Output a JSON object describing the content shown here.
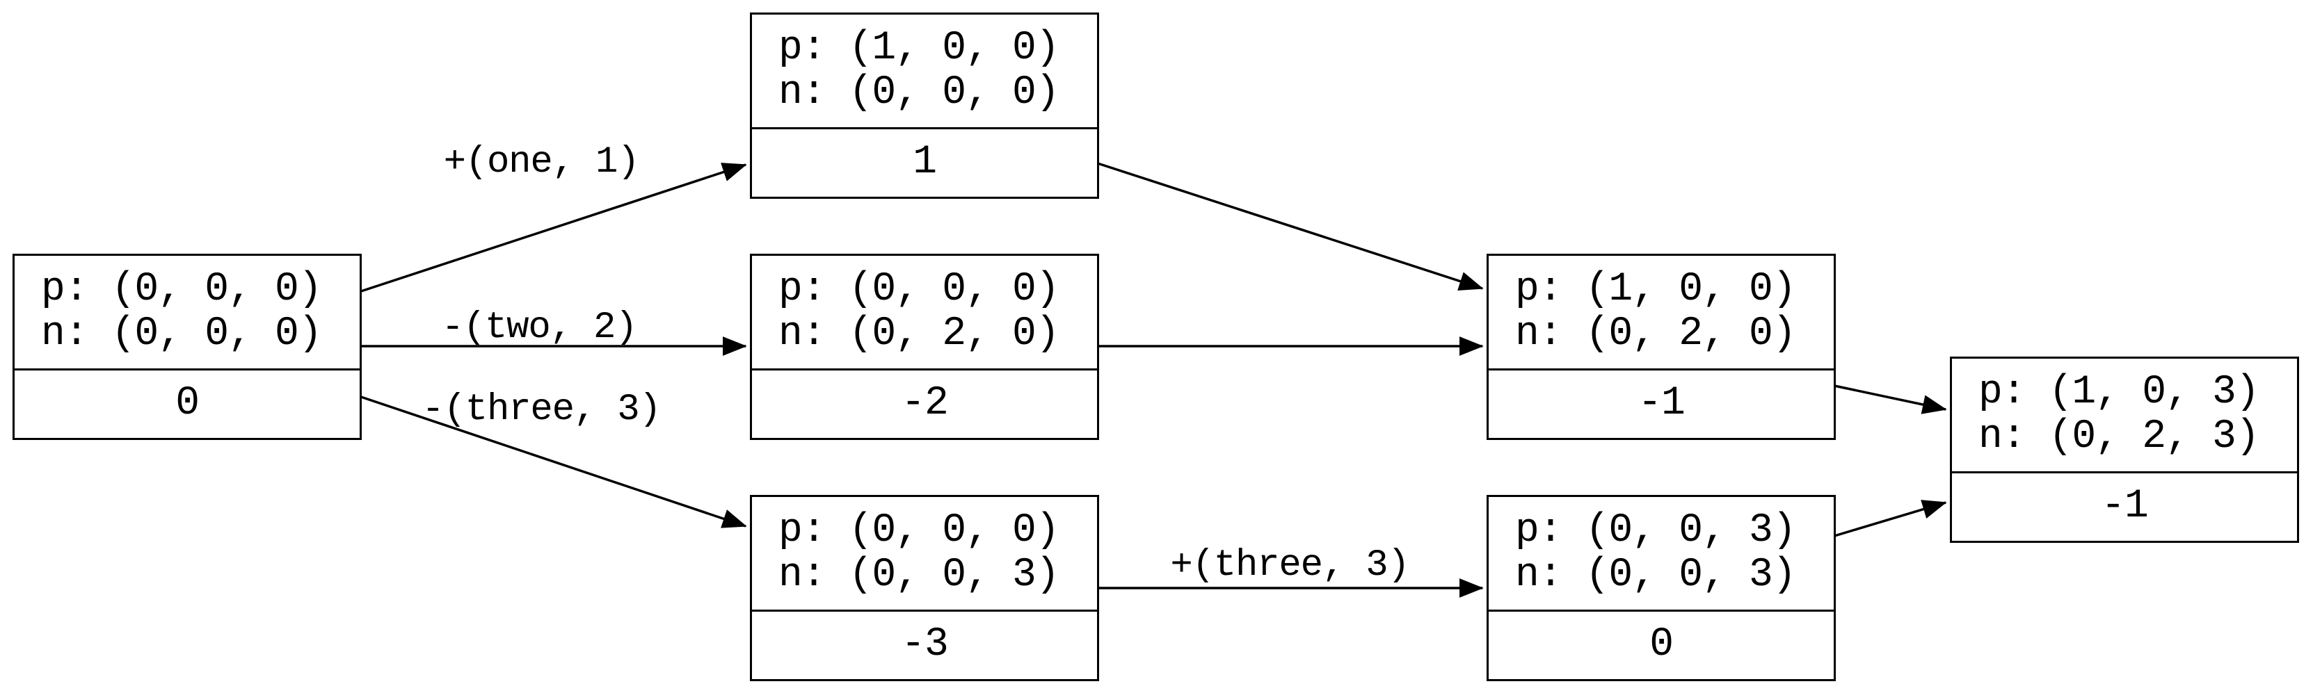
{
  "diagram": {
    "type": "state-graph",
    "colors": {
      "ink": "#000000",
      "background": "#ffffff"
    },
    "nodes": [
      {
        "id": "start",
        "p_line": "p: (0, 0, 0)",
        "n_line": "n: (0, 0, 0)",
        "value": "0"
      },
      {
        "id": "plus-one",
        "p_line": "p: (1, 0, 0)",
        "n_line": "n: (0, 0, 0)",
        "value": "1"
      },
      {
        "id": "minus-two",
        "p_line": "p: (0, 0, 0)",
        "n_line": "n: (0, 2, 0)",
        "value": "-2"
      },
      {
        "id": "minus-three",
        "p_line": "p: (0, 0, 0)",
        "n_line": "n: (0, 0, 3)",
        "value": "-3"
      },
      {
        "id": "one-and-two",
        "p_line": "p: (1, 0, 0)",
        "n_line": "n: (0, 2, 0)",
        "value": "-1"
      },
      {
        "id": "three-and-three",
        "p_line": "p: (0, 0, 3)",
        "n_line": "n: (0, 0, 3)",
        "value": "0"
      },
      {
        "id": "result",
        "p_line": "p: (1, 0, 3)",
        "n_line": "n: (0, 2, 3)",
        "value": "-1"
      }
    ],
    "edges": [
      {
        "from": "start",
        "to": "plus-one",
        "label": "+(one, 1)"
      },
      {
        "from": "start",
        "to": "minus-two",
        "label": "-(two, 2)"
      },
      {
        "from": "start",
        "to": "minus-three",
        "label": "-(three, 3)"
      },
      {
        "from": "plus-one",
        "to": "one-and-two",
        "label": ""
      },
      {
        "from": "minus-two",
        "to": "one-and-two",
        "label": ""
      },
      {
        "from": "minus-three",
        "to": "three-and-three",
        "label": "+(three, 3)"
      },
      {
        "from": "one-and-two",
        "to": "result",
        "label": ""
      },
      {
        "from": "three-and-three",
        "to": "result",
        "label": ""
      }
    ]
  }
}
